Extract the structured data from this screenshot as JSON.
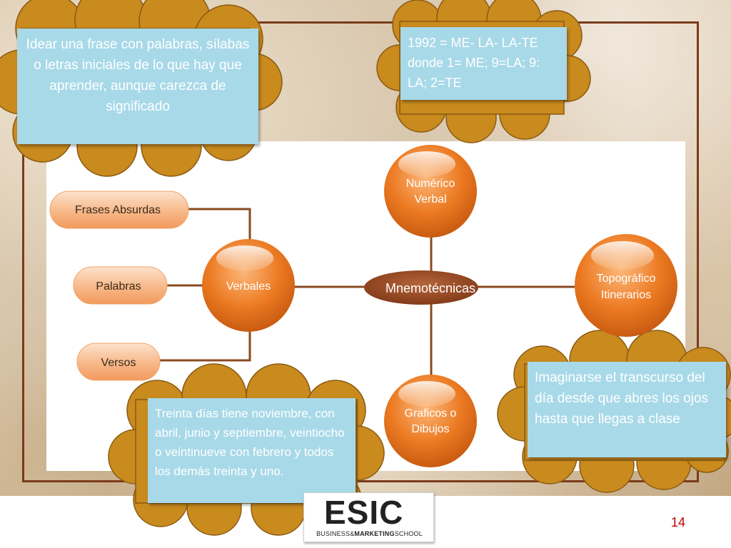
{
  "diagram": {
    "center": "Mnemotécnicas",
    "nodes": {
      "numerico": [
        "Numérico",
        "Verbal"
      ],
      "verbales": [
        "Verbales"
      ],
      "topografico": [
        "Topográfico",
        "Itinerarios"
      ],
      "graficos": [
        "Graficos o",
        "Dibujos"
      ]
    },
    "subnodes": [
      "Frases Absurdas",
      "Palabras",
      "Versos"
    ]
  },
  "callouts": {
    "acronym": "Idear una frase con palabras, sílabas o letras iniciales de lo que hay que aprender, aunque carezca de significado",
    "number_code": "1992 = ME- LA- LA-TE donde 1= ME; 9=LA; 9: LA; 2=TE",
    "verse": "Treinta días tiene noviembre, con abril, junio y septiembre, veintiocho o veintinueve con febrero y todos los demás treinta y uno.",
    "itinerary": "Imaginarse el transcurso del día desde que abres los ojos hasta que llegas a clase"
  },
  "logo": {
    "mark": "ESIC",
    "tagline_a": "BUSINESS&",
    "tagline_b": "MARKETING",
    "tagline_c": "SCHOOL"
  },
  "page_number": "14",
  "colors": {
    "frame": "#7a3b1a",
    "node": "#e8741f",
    "connector": "#8b4a20",
    "callout": "#a8d9e8",
    "cloud": "#c98a1e",
    "page_number": "#c00000"
  }
}
